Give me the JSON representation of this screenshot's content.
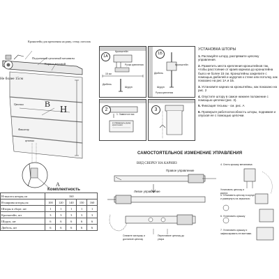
{
  "left_diagram": {
    "label_bracket": "Кронштейн для крепления на раму, стену, потолок",
    "label_mechanism": "Подъемный цепочный механизм",
    "label_top_cornice": "Карниз верхний",
    "label_distance": "Не более 15см",
    "label_b": "B",
    "label_h": "H",
    "label_chain": "Цепочка",
    "label_tie": "Фиксатор",
    "label_a": "A",
    "label_cord": "цепочка"
  },
  "spec_table": {
    "title": "Комплектность",
    "h_label": "H-высота шторы,см",
    "h_value": "160",
    "b_label": "B-ширина шторы,см",
    "b_values": [
      "100",
      "120",
      "140",
      "150",
      "160"
    ],
    "rows": [
      {
        "label": "Шторы в сборе, шт",
        "values": [
          "1",
          "1",
          "1",
          "1",
          "1"
        ]
      },
      {
        "label": "Кронштейн, шт",
        "values": [
          "3",
          "3",
          "3",
          "3",
          "3"
        ]
      },
      {
        "label": "Шуруп, шт",
        "values": [
          "6",
          "6",
          "6",
          "6",
          "6"
        ]
      },
      {
        "label": "Дюбель, шт",
        "values": [
          "6",
          "6",
          "6",
          "6",
          "6"
        ]
      }
    ]
  },
  "fig1a": {
    "num": "1А",
    "label_bracket": "Кронштейн",
    "label_handle": "Ручка крепления",
    "label_screw": "Шуруп",
    "label_dowel": "Дюбель",
    "label_dim": "15 см"
  },
  "fig1b": {
    "num": "1Б",
    "label_bracket": "Кронштейн",
    "label_dowel": "Дюбель",
    "label_screw": "Шуруп",
    "label_handle": "Ручка крепления"
  },
  "fig2": {
    "num": "2",
    "label_1": "1. Завести в паз",
    "label_2": "2. Повернуть ручку крепления"
  },
  "fig3": {
    "num": "3"
  },
  "instructions": {
    "title": "УСТАНОВКА ШТОРЫ",
    "steps": [
      {
        "n": "1.",
        "text": "Распакуйте штору, распрямите цепочку управления."
      },
      {
        "n": "2.",
        "text": "Разметить места крепления кронштейнов так, чтобы расстояние от краев карниза до кронштейна было не более 15 см. Кронштейны закрепите с помощью дюбелей и шурупов к стене или потолку, как показано на рис 1А и 1Б."
      },
      {
        "n": "3.",
        "text": "Установите карниз на кронштейны, как показано на рис. 2"
      },
      {
        "n": "4.",
        "text": "Опустите штору в самое нижнее положение с помощью цепочки (рис. 3)."
      },
      {
        "n": "5.",
        "text": "Фиксация тесьмы - см. рис. A"
      },
      {
        "n": "6.",
        "text": "Проверьте работоспособность шторы, поднимая и опуская ее с помощью цепочки."
      }
    ]
  },
  "bottom": {
    "heading": "САМОСТОЯТЕЛЬНОЕ ИЗМЕНЕНИЕ УПРАВЛЕНИЯ",
    "view_label": "ВИД СВЕРХУ НА КАРНИЗ",
    "label_right_ctrl": "Правое управление",
    "label_left_ctrl": "Левое управление",
    "label_cap_remove": "Снимите заглушку и достаньте цепочку",
    "label_move": "Переставьте цепочку до упора",
    "step4": "4. Снять крышку механизма",
    "step5": "5. Установить цепочку в корпус и развернуть на зеркально",
    "step6": "6. Установить крышку",
    "step7": "7. Установить крышку и зафиксировать ее винтами.",
    "step_corpus": "Установить цепочку и корпус"
  }
}
